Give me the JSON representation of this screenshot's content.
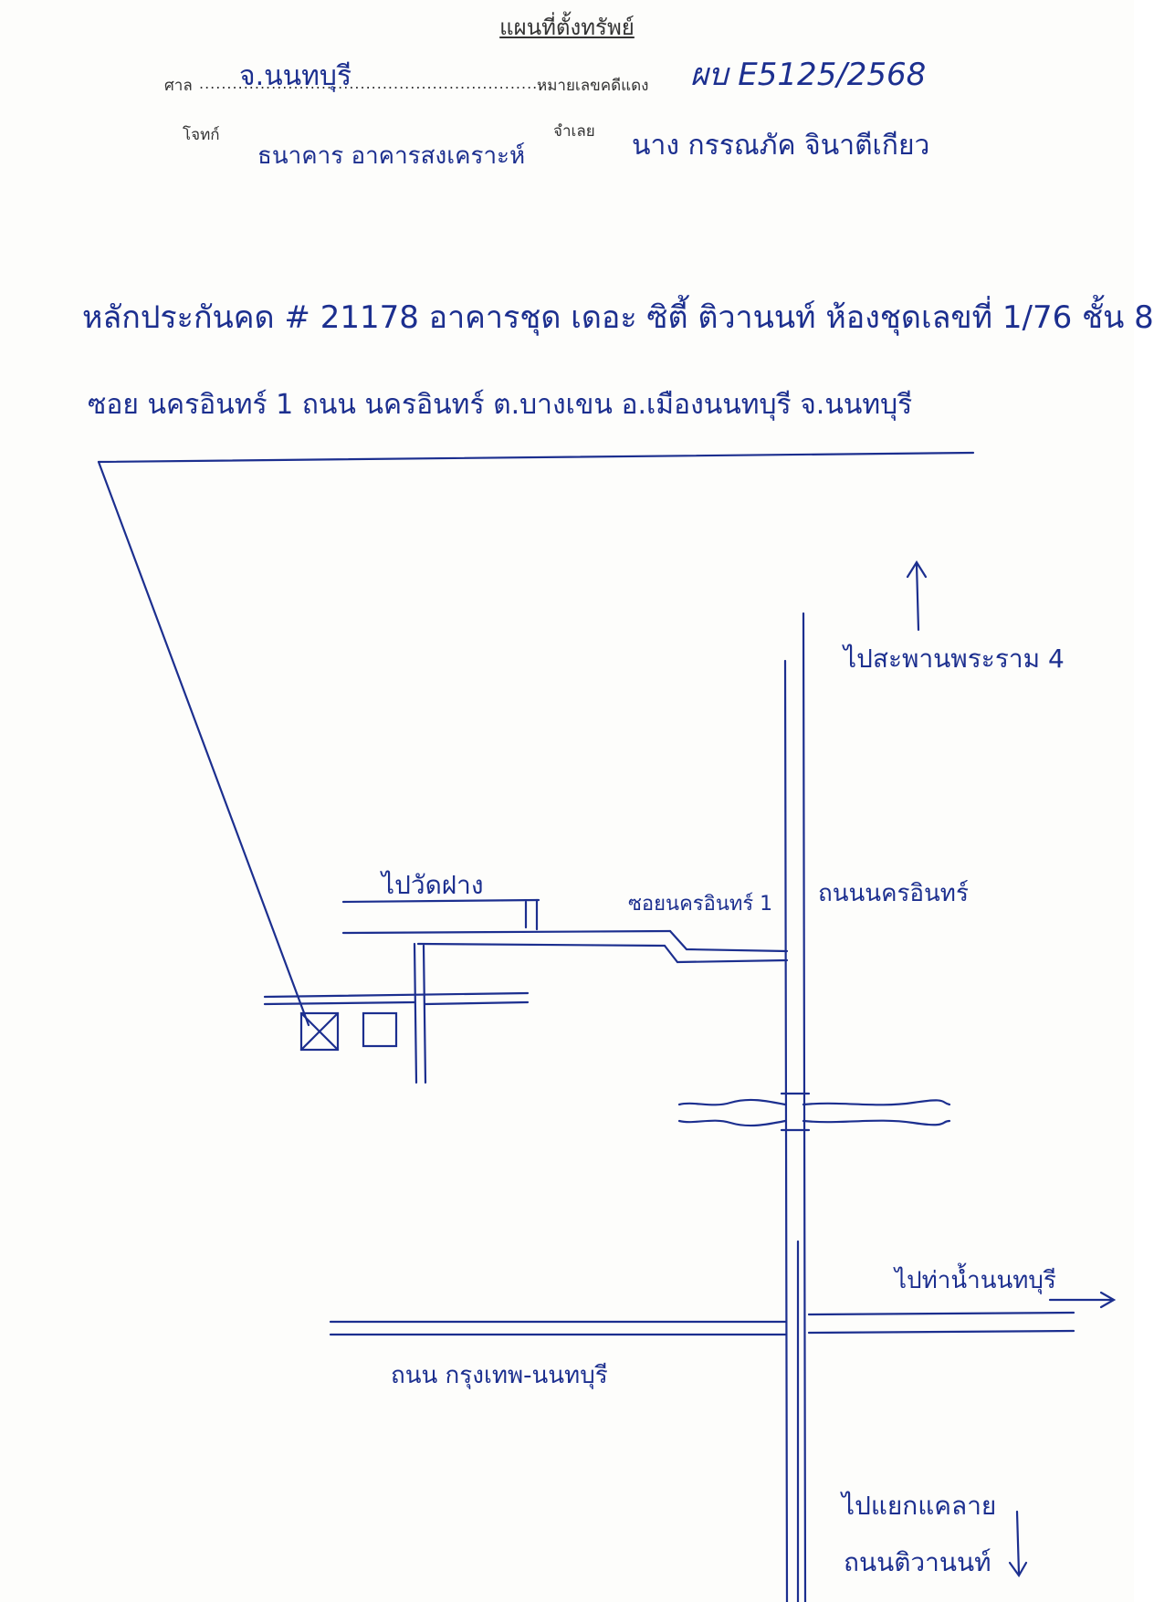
{
  "header": {
    "title": "แผนที่ตั้งทรัพย์",
    "court_label": "ศาล",
    "court_value": "จ.นนทบุรี",
    "red_case_label": "หมายเลขคดีแดง",
    "red_case_value": "ผบ E5125/2568",
    "plaintiff_label": "โจทก์",
    "plaintiff_value": "ธนาคาร อาคารสงเคราะห์",
    "defendant_label": "จำเลย",
    "defendant_value": "นาง กรรณภัค จินาตีเกียว"
  },
  "description": {
    "line1": "หลักประกันคด # 21178 อาคารชุด เดอะ ซิตี้ ติวานนท์ ห้องชุดเลขที่ 1/76 ชั้น 8",
    "line2": "ซอย นครอินทร์ 1 ถนน นครอินทร์ ต.บางเขน อ.เมืองนนทบุรี จ.นนทบุรี"
  },
  "map": {
    "label_to_pakkret": "ไปสะพานพระราม 4",
    "label_to_wat": "ไปวัดฝาง",
    "label_soi": "ซอยนครอินทร์ 1",
    "label_road": "ถนนนครอินทร์",
    "label_to_pier": "ไปท่าน้ำนนทบุรี",
    "label_main_road": "ถนน กรุงเทพ-นนทบุรี",
    "label_to_junction_1": "ไปแยกแคลาย",
    "label_to_junction_2": "ถนนติวานนท์"
  }
}
